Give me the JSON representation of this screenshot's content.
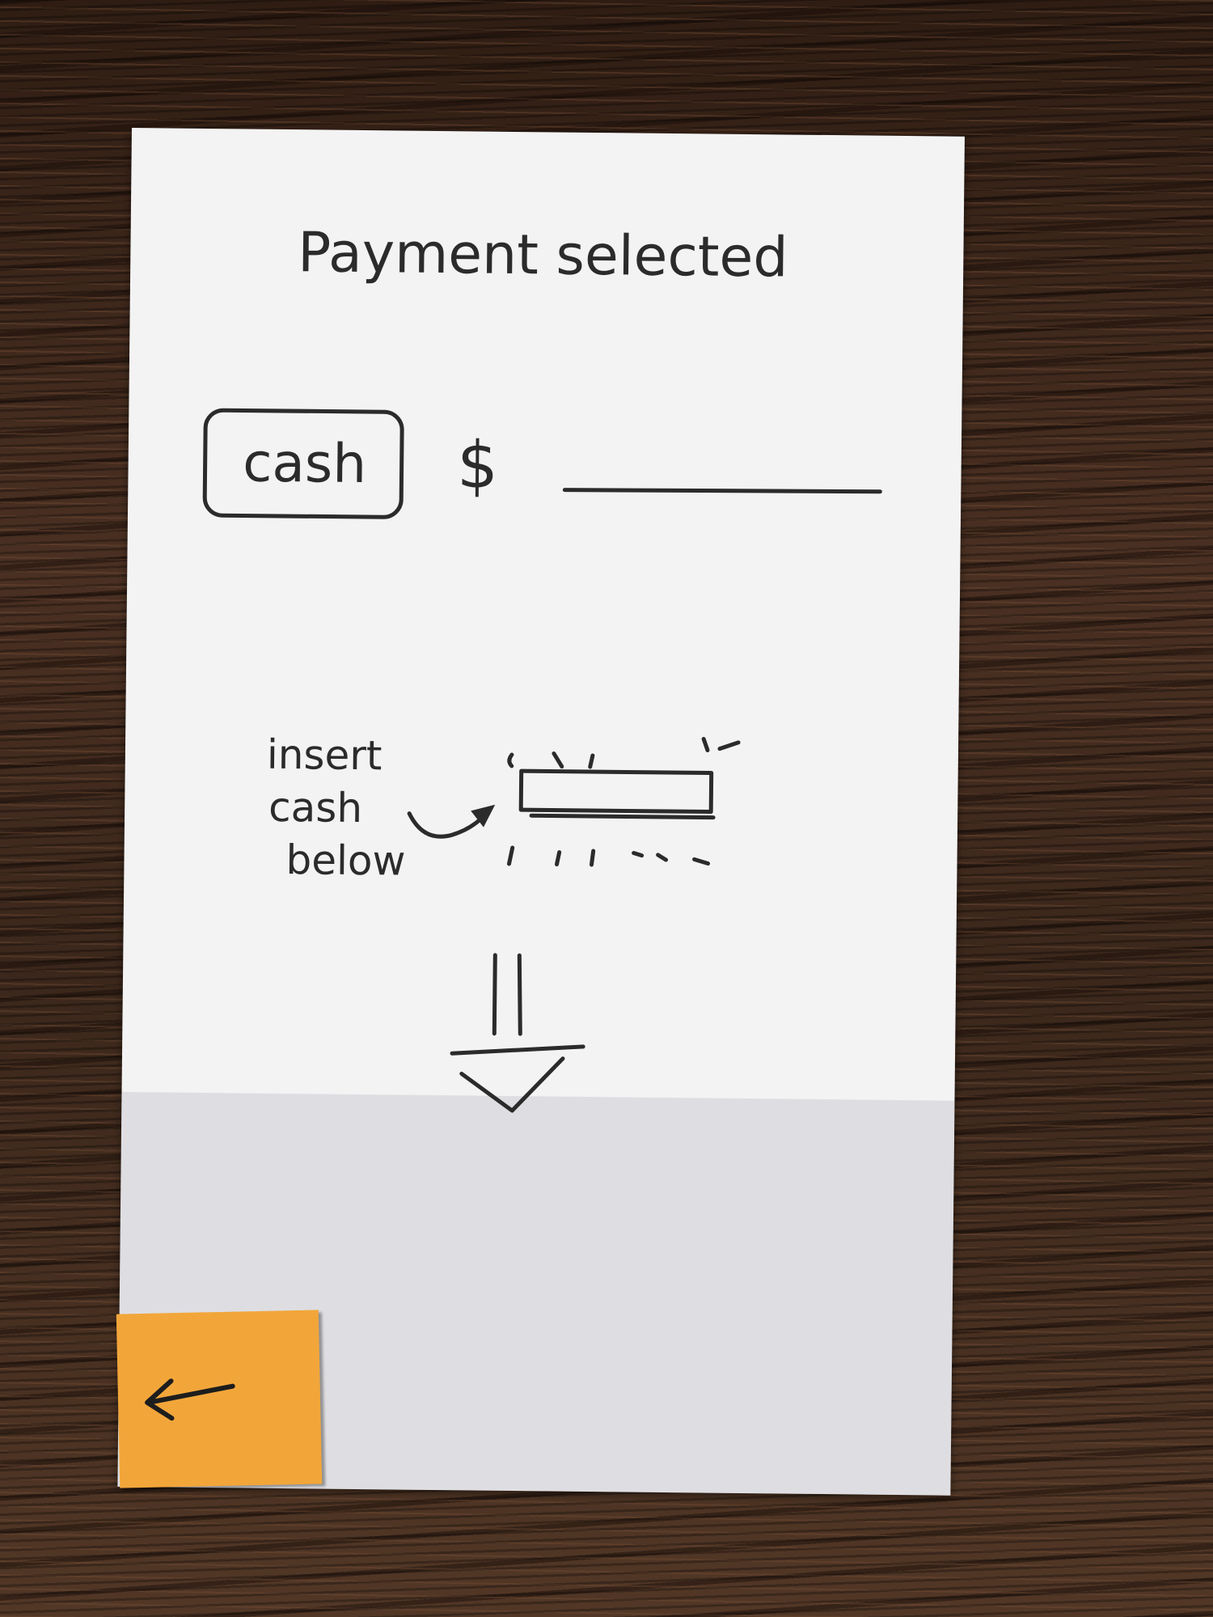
{
  "screen": {
    "title": "Payment selected"
  },
  "payment": {
    "method_button_label": "cash",
    "amount_prefix": "$",
    "amount_value": ""
  },
  "instructions": {
    "line1": "insert",
    "line2": "cash",
    "line3": "below"
  },
  "back_button": {
    "icon": "arrow-left-icon",
    "glyph": "←"
  },
  "colors": {
    "paper": "#f3f3f4",
    "ink": "#2b2b2b",
    "sticky_note": "#f2a63a",
    "table_wood": "#3a2519"
  }
}
